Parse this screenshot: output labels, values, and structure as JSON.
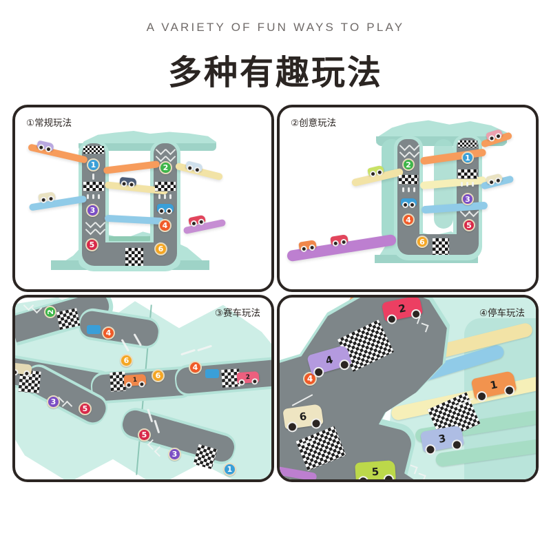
{
  "header": {
    "eyebrow": "A VARIETY OF FUN WAYS TO PLAY",
    "headline": "多种有趣玩法"
  },
  "theme": {
    "ink": "#2b2522",
    "eyebrow_color": "#6f6a68",
    "background": "#ffffff",
    "panel_border": "#2b2522",
    "toy_mint": "#b4e3d8",
    "road_gray": "#7e8689"
  },
  "panels": [
    {
      "id": "panel-regular",
      "label": "①常规玩法",
      "label_align": "left",
      "view": "front-elevation",
      "badges": [
        {
          "n": "1",
          "color": "#3a9fd8"
        },
        {
          "n": "2",
          "color": "#3eb54a"
        },
        {
          "n": "3",
          "color": "#7b4fc4"
        },
        {
          "n": "4",
          "color": "#f05a28"
        },
        {
          "n": "5",
          "color": "#d8294a"
        },
        {
          "n": "6",
          "color": "#f5a623"
        }
      ],
      "ramps": [
        {
          "name": "ramp-orange-upper",
          "color": "#f79c5c"
        },
        {
          "name": "ramp-cream-middle",
          "color": "#f2e3a6"
        },
        {
          "name": "ramp-blue-lower",
          "color": "#90cbe8"
        },
        {
          "name": "ramp-purple-right",
          "color": "#c68ed3"
        },
        {
          "name": "ramp-green-bottom",
          "color": "#a7ddc5"
        }
      ],
      "cars": [
        {
          "name": "car-purple",
          "color": "#b9a8e0"
        },
        {
          "name": "car-cream",
          "color": "#efe6c4"
        },
        {
          "name": "car-navy",
          "color": "#4d5d78"
        },
        {
          "name": "car-blue",
          "color": "#3a9fd8"
        },
        {
          "name": "car-red",
          "color": "#e2455c"
        },
        {
          "name": "car-lilac",
          "color": "#c3b6e4"
        }
      ]
    },
    {
      "id": "panel-creative",
      "label": "②创意玩法",
      "label_align": "left",
      "view": "angled-with-extension",
      "badges": [
        {
          "n": "1",
          "color": "#3a9fd8"
        },
        {
          "n": "2",
          "color": "#3eb54a"
        },
        {
          "n": "3",
          "color": "#7b4fc4"
        },
        {
          "n": "4",
          "color": "#f05a28"
        },
        {
          "n": "5",
          "color": "#d8294a"
        },
        {
          "n": "6",
          "color": "#f5a623"
        }
      ],
      "ramps": [
        {
          "name": "ramp-orange-upper",
          "color": "#f79c5c"
        },
        {
          "name": "ramp-cream-left",
          "color": "#f2e3a6"
        },
        {
          "name": "ramp-yellow-middle",
          "color": "#f6efb8"
        },
        {
          "name": "ramp-blue-lower",
          "color": "#90cbe8"
        },
        {
          "name": "ramp-purple-extension",
          "color": "#bd7fd0"
        }
      ],
      "cars": [
        {
          "name": "car-green",
          "color": "#c9e265"
        },
        {
          "name": "car-blue",
          "color": "#3a9fd8"
        },
        {
          "name": "car-cream",
          "color": "#efe6c4"
        },
        {
          "name": "car-orange",
          "color": "#f0874a"
        },
        {
          "name": "car-red",
          "color": "#e2455c"
        },
        {
          "name": "car-pink",
          "color": "#eda0ae"
        }
      ]
    },
    {
      "id": "panel-racing",
      "label": "③赛车玩法",
      "label_align": "right",
      "view": "top-down-flat",
      "badges": [
        {
          "n": "2",
          "color": "#3eb54a"
        },
        {
          "n": "4",
          "color": "#f05a28"
        },
        {
          "n": "6",
          "color": "#f5a623"
        },
        {
          "n": "6",
          "color": "#f5a623"
        },
        {
          "n": "4",
          "color": "#f05a28"
        },
        {
          "n": "3",
          "color": "#7b4fc4"
        },
        {
          "n": "5",
          "color": "#d8294a"
        },
        {
          "n": "5",
          "color": "#d8294a"
        },
        {
          "n": "3",
          "color": "#7b4fc4"
        },
        {
          "n": "1",
          "color": "#3a9fd8"
        }
      ],
      "cars": [
        {
          "name": "car-cream",
          "color": "#efe6c4"
        },
        {
          "name": "car-orange",
          "color": "#f0874a"
        },
        {
          "name": "car-pink",
          "color": "#ec5f7e"
        },
        {
          "name": "car-blue",
          "color": "#3a9fd8"
        }
      ]
    },
    {
      "id": "panel-parking",
      "label": "④停车玩法",
      "label_align": "right",
      "view": "closeup-parked",
      "cars": [
        {
          "name": "car-1-orange",
          "n": "1",
          "color": "#f2934e"
        },
        {
          "name": "car-2-pink",
          "n": "2",
          "color": "#ec3f62"
        },
        {
          "name": "car-3-blue",
          "n": "3",
          "color": "#aebde4"
        },
        {
          "name": "car-4-purple",
          "n": "4",
          "color": "#b49adf"
        },
        {
          "name": "car-5-green",
          "n": "5",
          "color": "#bcd84a"
        },
        {
          "name": "car-6-cream",
          "n": "6",
          "color": "#eee5c2"
        }
      ],
      "ramps": [
        {
          "name": "ramp-orange",
          "color": "#f79c5c"
        },
        {
          "name": "ramp-blue",
          "color": "#90cbe8"
        },
        {
          "name": "ramp-cream",
          "color": "#f2e3a6"
        },
        {
          "name": "ramp-yellow",
          "color": "#f6efb8"
        },
        {
          "name": "ramp-green",
          "color": "#a7ddc5"
        }
      ]
    }
  ]
}
